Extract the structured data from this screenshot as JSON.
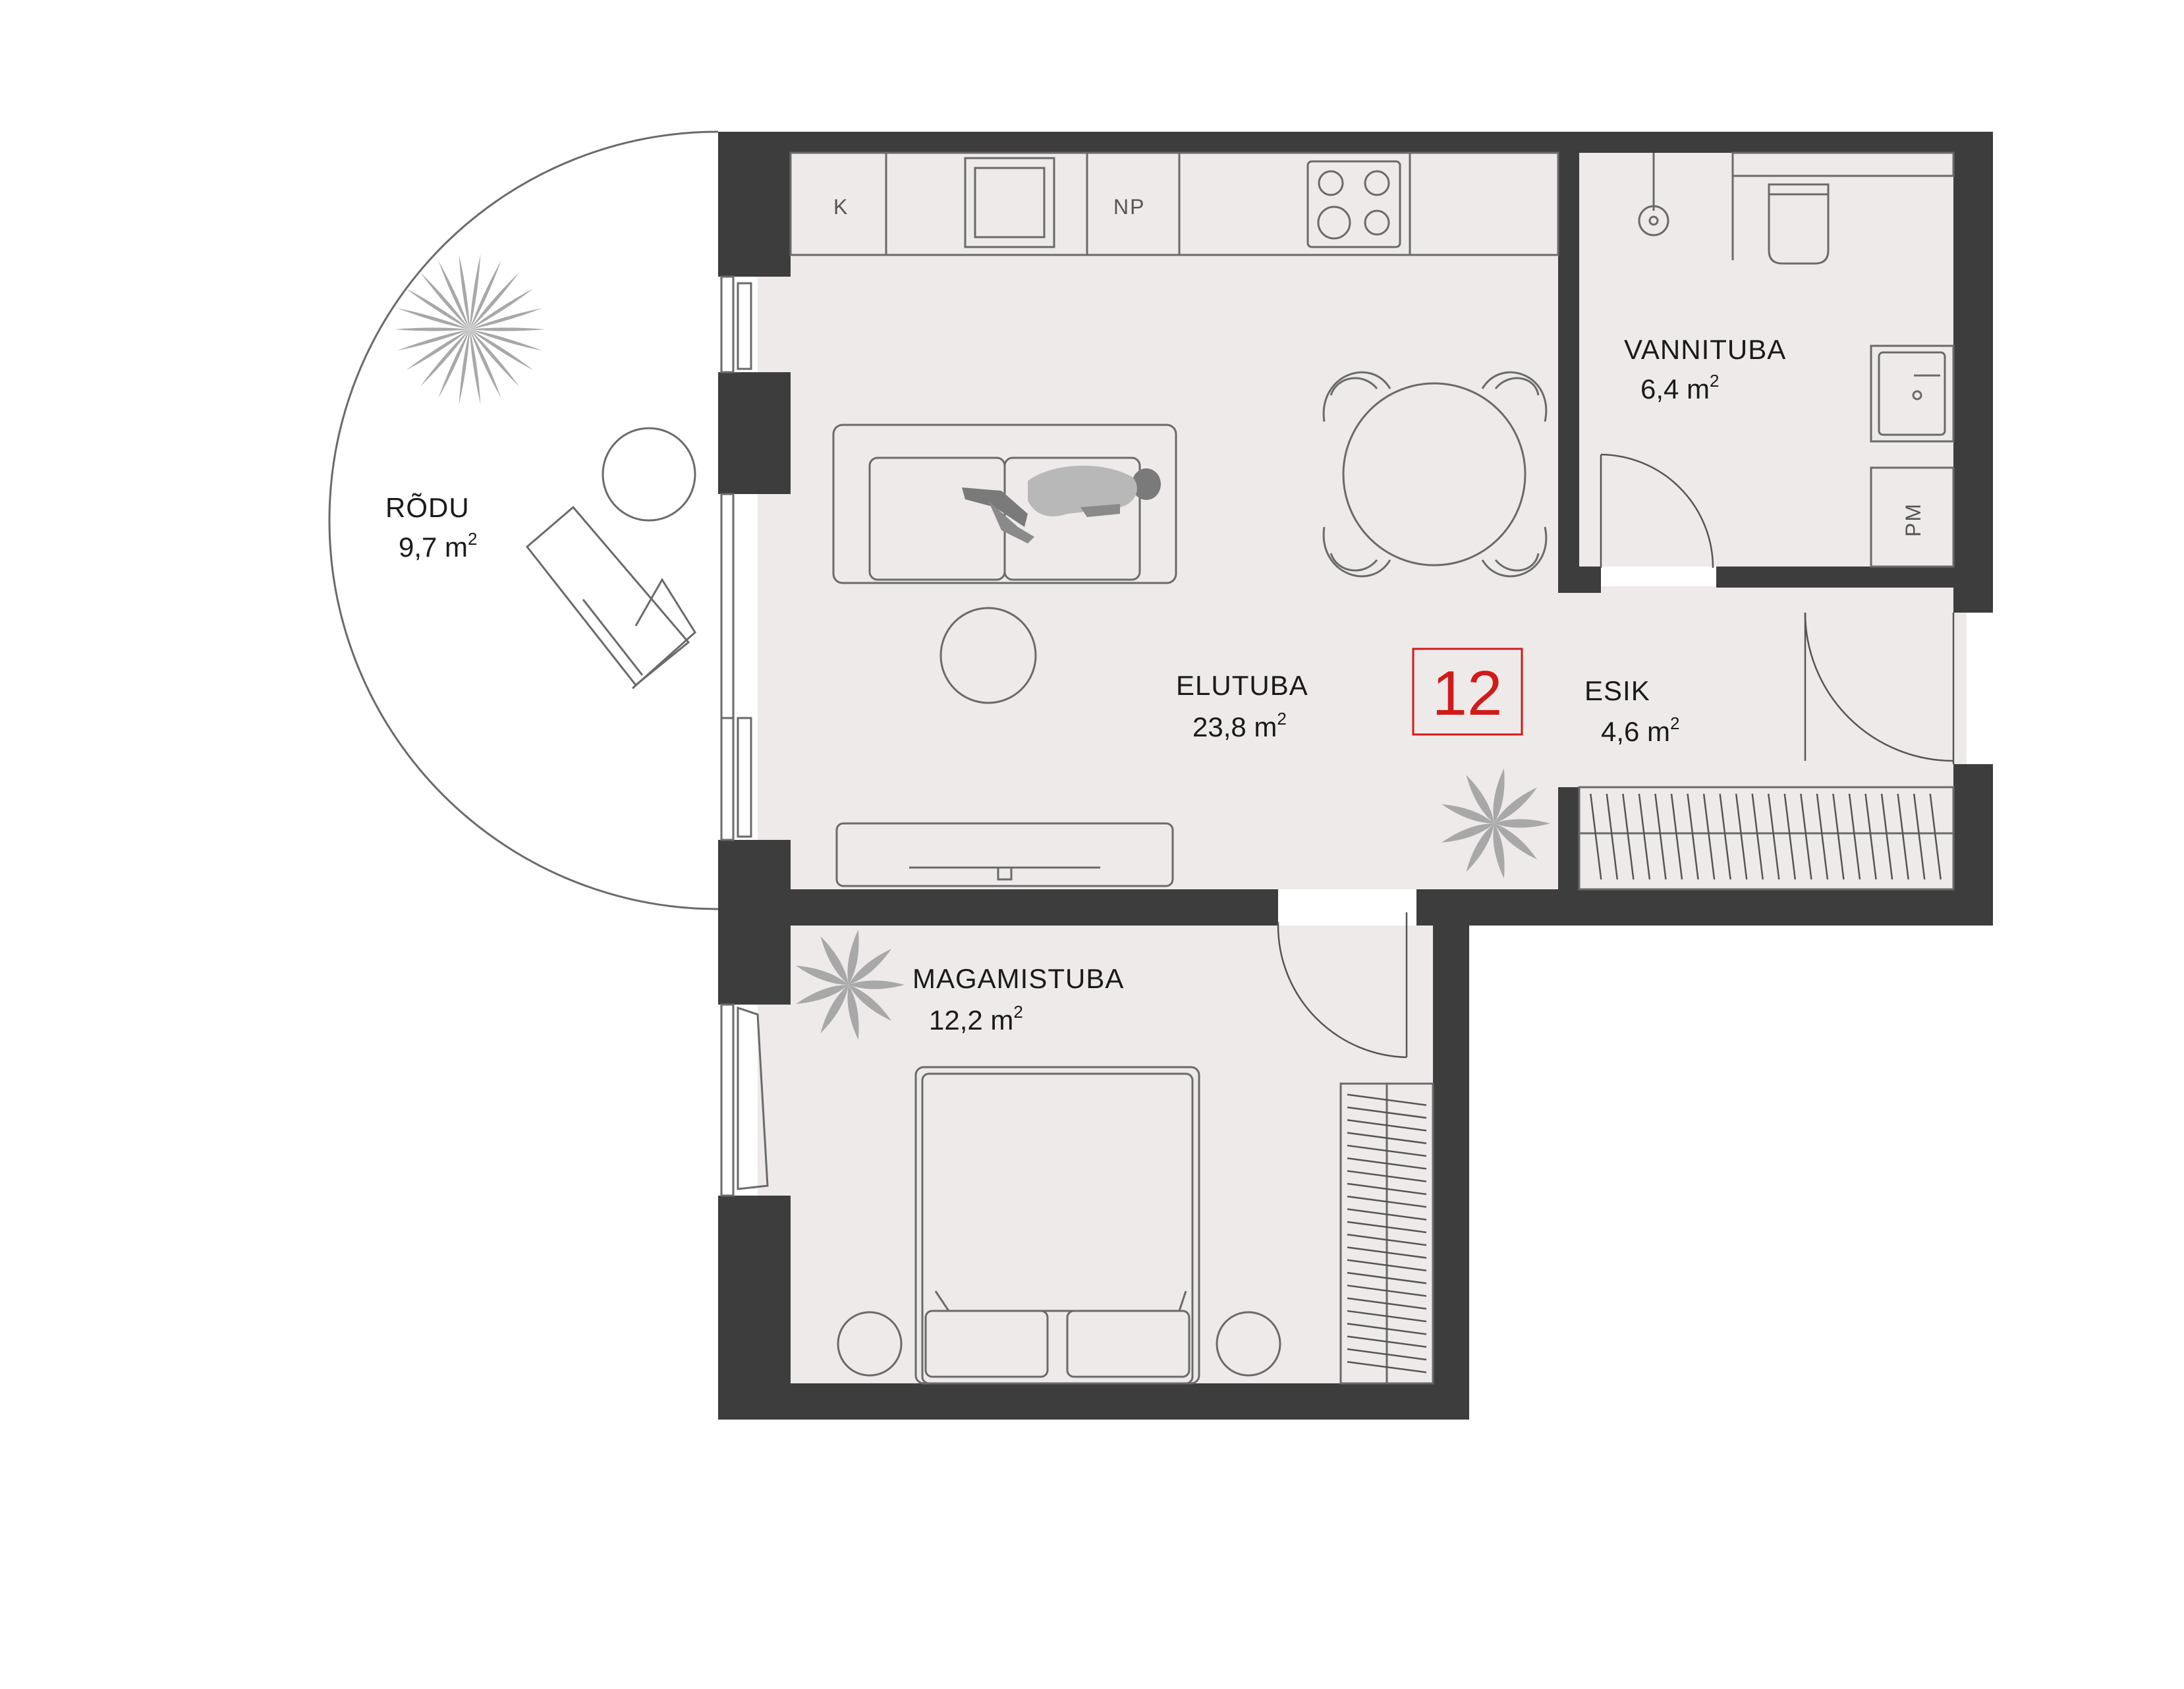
{
  "apartment": {
    "number": "12",
    "accent_color": "#d11a1a"
  },
  "colors": {
    "wall": "#3d3d3d",
    "floor": "#eeeaea",
    "line": "#6a6a6a",
    "plant": "#9e9e9e"
  },
  "rooms": {
    "balcony": {
      "name": "RÕDU",
      "area_value": "9,7 m",
      "area_sup": "2"
    },
    "living": {
      "name": "ELUTUBA",
      "area_value": "23,8 m",
      "area_sup": "2"
    },
    "bathroom": {
      "name": "VANNITUBA",
      "area_value": "6,4 m",
      "area_sup": "2"
    },
    "hallway": {
      "name": "ESIK",
      "area_value": "4,6 m",
      "area_sup": "2"
    },
    "bedroom": {
      "name": "MAGAMISTUBA",
      "area_value": "12,2 m",
      "area_sup": "2"
    }
  },
  "fixtures": {
    "fridge_label": "K",
    "dishwasher_label": "NP",
    "washing_machine_label": "PM"
  },
  "icons": [
    "plant-icon",
    "person-icon",
    "sofa-icon",
    "bed-icon",
    "stove-icon",
    "toilet-icon",
    "sink-icon",
    "shower-icon",
    "dining-table-icon"
  ]
}
